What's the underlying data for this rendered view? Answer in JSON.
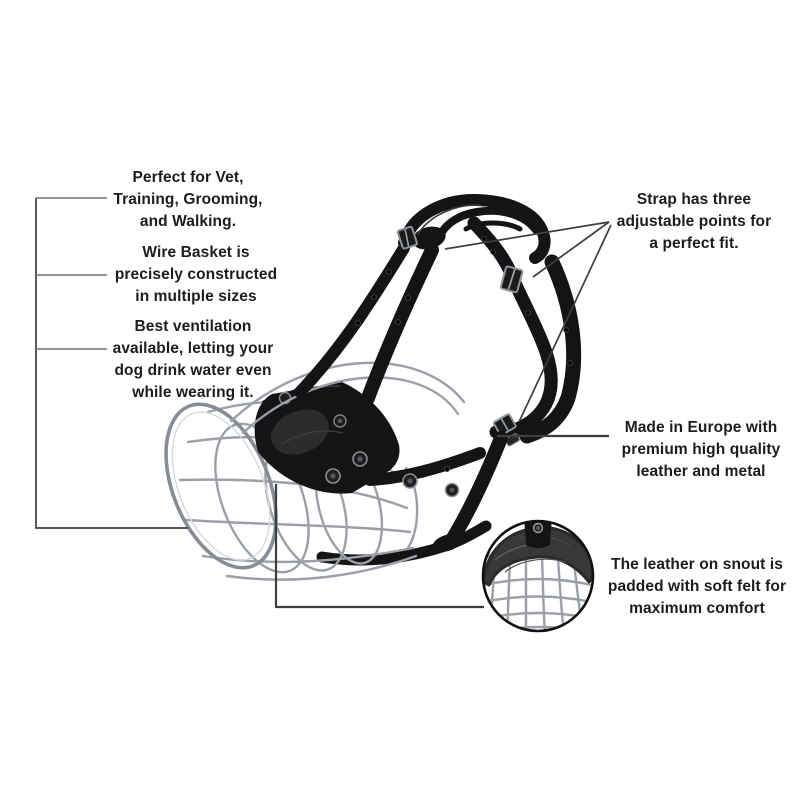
{
  "colors": {
    "background": "#ffffff",
    "text": "#1c1c1c",
    "line": "#3e3e3e",
    "tick": "#707070",
    "strap": "#141414",
    "strap-hi": "#3c3c3c",
    "wire": "#9aa0a8",
    "wire-light": "#d6d9dc",
    "felt": "#383838",
    "metal": "#8d949c"
  },
  "annotations": {
    "vet": {
      "text": "Perfect for Vet,\nTraining, Grooming,\nand Walking."
    },
    "basket": {
      "text": "Wire Basket is\nprecisely constructed\nin multiple sizes"
    },
    "ventilation": {
      "text": "Best ventilation\navailable, letting your\ndog drink water even\nwhile wearing it."
    },
    "straps": {
      "text": "Strap has three\nadjustable points for\na perfect fit."
    },
    "origin": {
      "text": "Made in Europe with\npremium high quality\nleather and metal"
    },
    "felt": {
      "text": "The leather on snout is\npadded with soft felt for\nmaximum comfort"
    }
  },
  "illustration": {
    "subject": "wire-basket-dog-muzzle",
    "inset_subject": "felt-padded-snout-closeup"
  }
}
